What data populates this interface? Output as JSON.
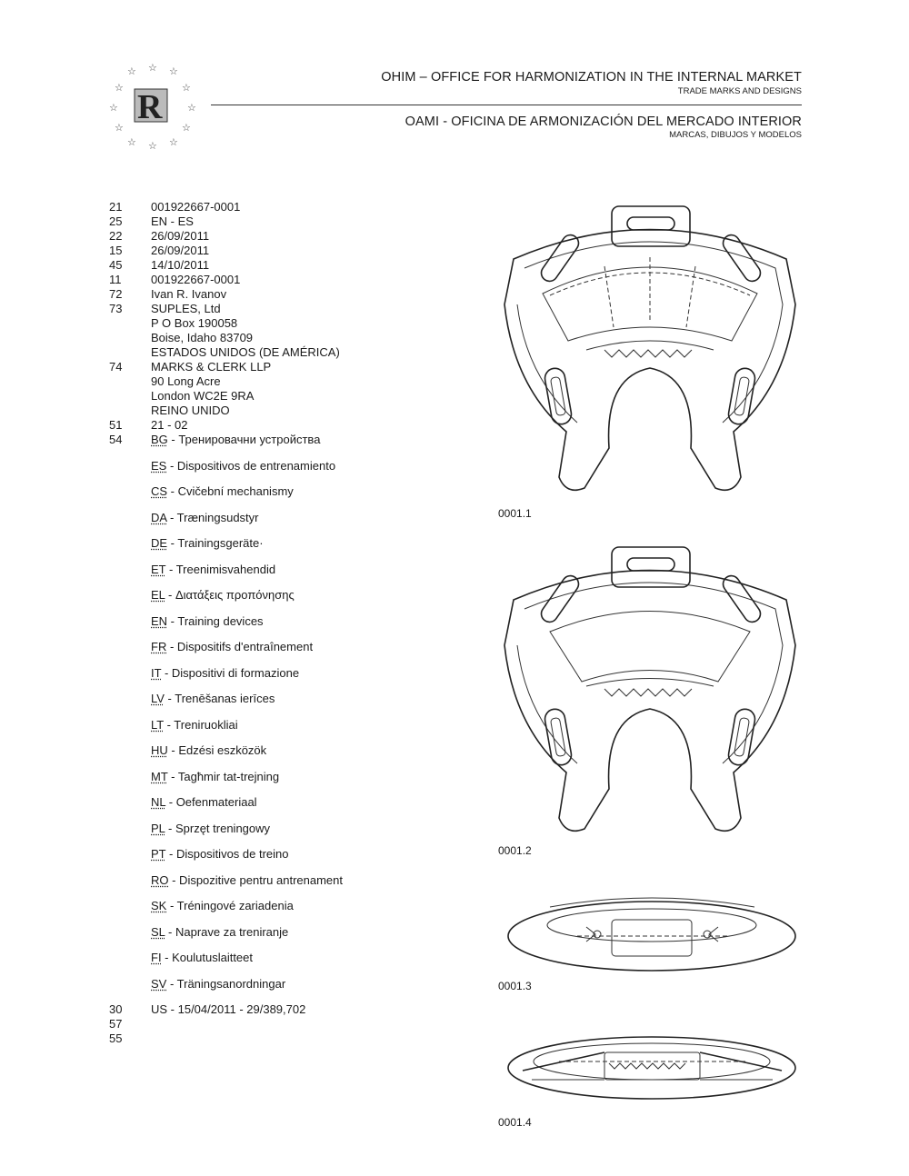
{
  "header": {
    "en_title": "OHIM – OFFICE FOR HARMONIZATION IN THE INTERNAL MARKET",
    "en_sub": "TRADE MARKS AND DESIGNS",
    "es_title": "OAMI - OFICINA DE ARMONIZACIÓN DEL MERCADO INTERIOR",
    "es_sub": "MARCAS, DIBUJOS Y MODELOS",
    "logo_letter": "R"
  },
  "fields": {
    "f21": {
      "code": "21",
      "value": "001922667-0001"
    },
    "f25": {
      "code": "25",
      "value": "EN - ES"
    },
    "f22": {
      "code": "22",
      "value": "26/09/2011"
    },
    "f15": {
      "code": "15",
      "value": "26/09/2011"
    },
    "f45": {
      "code": "45",
      "value": "14/10/2011"
    },
    "f11": {
      "code": "11",
      "value": "001922667-0001"
    },
    "f72": {
      "code": "72",
      "value": "Ivan R. Ivanov"
    },
    "f73": {
      "code": "73",
      "lines": [
        "SUPLES, Ltd",
        "P O Box 190058",
        "Boise, Idaho 83709",
        "ESTADOS UNIDOS (DE AMÉRICA)"
      ]
    },
    "f74": {
      "code": "74",
      "lines": [
        "MARKS & CLERK LLP",
        "90 Long Acre",
        "London WC2E 9RA",
        "REINO UNIDO"
      ]
    },
    "f51": {
      "code": "51",
      "value": "21 - 02"
    },
    "f54": {
      "code": "54"
    },
    "f30": {
      "code": "30",
      "value": "US - 15/04/2011 - 29/389,702"
    },
    "f57": {
      "code": "57"
    },
    "f55": {
      "code": "55"
    }
  },
  "languages": [
    {
      "code": "BG",
      "text": " - Тренировачни устройства"
    },
    {
      "code": "ES",
      "text": " - Dispositivos de entrenamiento"
    },
    {
      "code": "CS",
      "text": " - Cvičební mechanismy"
    },
    {
      "code": "DA",
      "text": " - Træningsudstyr"
    },
    {
      "code": "DE",
      "text": " - Trainingsgeräte·"
    },
    {
      "code": "ET",
      "text": " - Treenimisvahendid"
    },
    {
      "code": "EL",
      "text": " - Διατάξεις προπόνησης"
    },
    {
      "code": "EN",
      "text": " - Training devices"
    },
    {
      "code": "FR",
      "text": " - Dispositifs d'entraînement"
    },
    {
      "code": "IT",
      "text": " - Dispositivi di formazione"
    },
    {
      "code": "LV",
      "text": " - Trenēšanas ierīces"
    },
    {
      "code": "LT",
      "text": " - Treniruokliai"
    },
    {
      "code": "HU",
      "text": " - Edzési eszközök"
    },
    {
      "code": "MT",
      "text": " - Tagħmir tat-trejning"
    },
    {
      "code": "NL",
      "text": " - Oefenmateriaal"
    },
    {
      "code": "PL",
      "text": " - Sprzęt treningowy"
    },
    {
      "code": "PT",
      "text": " - Dispositivos de treino"
    },
    {
      "code": "RO",
      "text": " - Dispozitive pentru antrenament"
    },
    {
      "code": "SK",
      "text": " - Tréningové zariadenia"
    },
    {
      "code": "SL",
      "text": " - Naprave za treniranje"
    },
    {
      "code": "FI",
      "text": " - Koulutuslaitteet"
    },
    {
      "code": "SV",
      "text": " - Träningsanordningar"
    }
  ],
  "figures": [
    {
      "label": "0001.1"
    },
    {
      "label": "0001.2"
    },
    {
      "label": "0001.3"
    },
    {
      "label": "0001.4"
    }
  ]
}
